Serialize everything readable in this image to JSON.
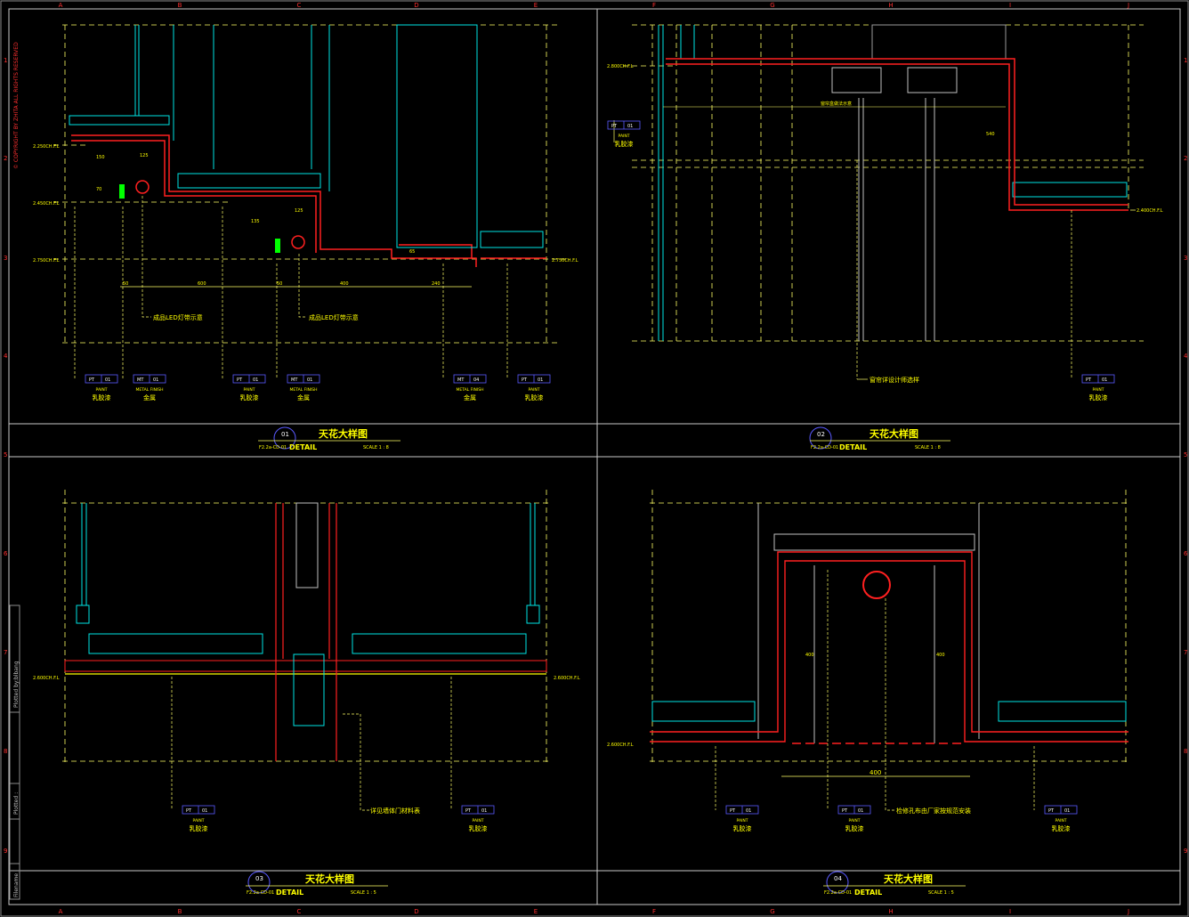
{
  "sheet": {
    "copyright": "© COPYRIGHT BY ZHITA ALL RIGHTS RESERVED",
    "grid_cols": [
      "A",
      "B",
      "C",
      "D",
      "E",
      "F",
      "G",
      "H",
      "I",
      "J"
    ],
    "grid_rows": [
      "1",
      "2",
      "3",
      "4",
      "5",
      "6",
      "7",
      "8",
      "9"
    ],
    "side_labels": [
      "Plotted by:blbang",
      "Plotted :",
      "Filename :"
    ]
  },
  "panels": [
    {
      "num": "01",
      "title": "天花大样图",
      "code": "F2.2a-CD-01",
      "detail": "DETAIL",
      "scale": "SCALE 1 : 8",
      "levels": [
        "2.250CH.F.L",
        "2.450CH.F.L",
        "2.750CH.F.L",
        "2.750CH.F.L"
      ],
      "dims": [
        "50",
        "600",
        "50",
        "400",
        "240",
        "125",
        "125",
        "150",
        "70",
        "135",
        "65"
      ],
      "notes": [
        "成品LED灯带示意",
        "成品LED灯带示意"
      ],
      "tags": [
        {
          "code": "PT",
          "no": "01",
          "en": "PAINT",
          "cn": "乳胶漆"
        },
        {
          "code": "MT",
          "no": "01",
          "en": "METAL FINISH",
          "cn": "金属"
        },
        {
          "code": "PT",
          "no": "01",
          "en": "PAINT",
          "cn": "乳胶漆"
        },
        {
          "code": "MT",
          "no": "01",
          "en": "METAL FINISH",
          "cn": "金属"
        },
        {
          "code": "MT",
          "no": "04",
          "en": "METAL FINISH",
          "cn": "金属"
        },
        {
          "code": "PT",
          "no": "01",
          "en": "PAINT",
          "cn": "乳胶漆"
        }
      ]
    },
    {
      "num": "02",
      "title": "天花大样图",
      "code": "F2.2a-CD-01",
      "detail": "DETAIL",
      "scale": "SCALE 1 : 8",
      "levels": [
        "2.800CH.F.L",
        "2.400CH.F.L"
      ],
      "dims": [
        "540"
      ],
      "notes": [
        "窗帘详设计师选样",
        "窗帘盒做法示意"
      ],
      "tags": [
        {
          "code": "PT",
          "no": "01",
          "en": "PAINT",
          "cn": "乳胶漆"
        },
        {
          "code": "PT",
          "no": "01",
          "en": "PAINT",
          "cn": "乳胶漆"
        }
      ]
    },
    {
      "num": "03",
      "title": "天花大样图",
      "code": "F2.2a-CD-01",
      "detail": "DETAIL",
      "scale": "SCALE 1 : 5",
      "levels": [
        "2.600CH.F.L",
        "2.600CH.F.L"
      ],
      "dims": [],
      "notes": [
        "详见墙体门材料表"
      ],
      "tags": [
        {
          "code": "PT",
          "no": "01",
          "en": "PAINT",
          "cn": "乳胶漆"
        },
        {
          "code": "PT",
          "no": "01",
          "en": "PAINT",
          "cn": "乳胶漆"
        }
      ]
    },
    {
      "num": "04",
      "title": "天花大样图",
      "code": "F2.2a-CD-01",
      "detail": "DETAIL",
      "scale": "SCALE 1 : 5",
      "levels": [
        "2.600CH.F.L"
      ],
      "dims": [
        "400",
        "400",
        "400"
      ],
      "notes": [
        "检修孔布由厂家按规范安装"
      ],
      "tags": [
        {
          "code": "PT",
          "no": "01",
          "en": "PAINT",
          "cn": "乳胶漆"
        },
        {
          "code": "PT",
          "no": "01",
          "en": "PAINT",
          "cn": "乳胶漆"
        },
        {
          "code": "PT",
          "no": "01",
          "en": "PAINT",
          "cn": "乳胶漆"
        }
      ]
    }
  ],
  "colors": {
    "frame": "#c8c8c8",
    "dash": "#ffff66",
    "wall": "#ff2020",
    "cyan": "#00e5e5",
    "green": "#00ff00",
    "gray": "#9a9a9a"
  }
}
